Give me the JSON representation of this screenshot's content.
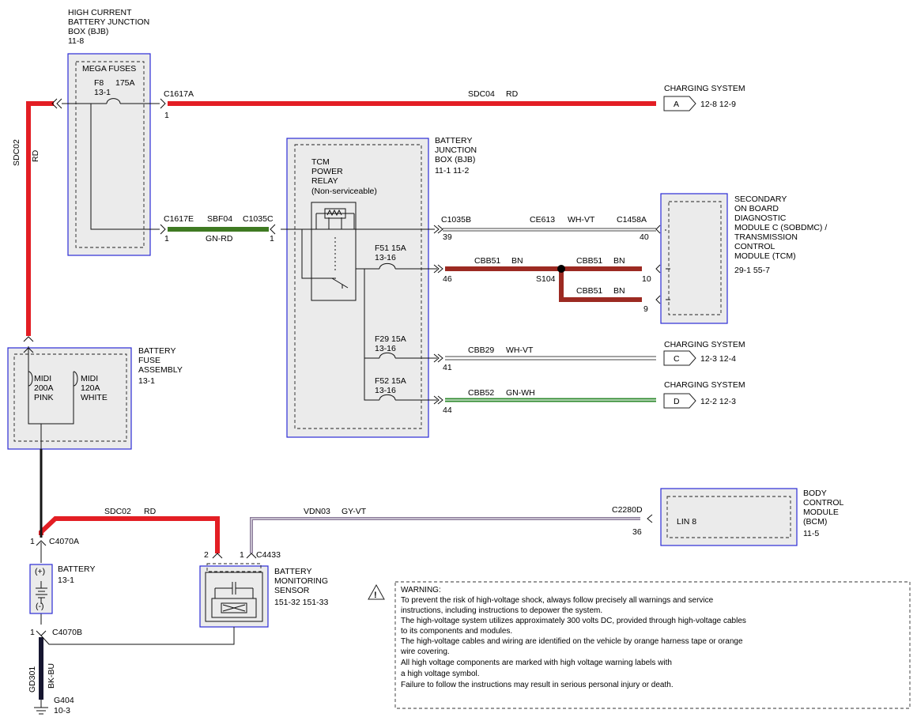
{
  "components": {
    "hcbjb": {
      "lines": [
        "HIGH CURRENT",
        "BATTERY JUNCTION",
        "BOX (BJB)",
        "11-8"
      ],
      "mega_label": "MEGA FUSES",
      "fuse_name": "F8",
      "fuse_rating": "175A",
      "fuse_ref": "13-1"
    },
    "bjb": {
      "lines": [
        "BATTERY",
        "JUNCTION",
        "BOX (BJB)",
        "11-1    11-2"
      ]
    },
    "relay": {
      "lines": [
        "TCM",
        "POWER",
        "RELAY",
        "(Non-serviceable)"
      ]
    },
    "sobdmc": {
      "lines": [
        "SECONDARY",
        "ON BOARD",
        "DIAGNOSTIC",
        "MODULE C (SOBDMC) /",
        "TRANSMISSION",
        "CONTROL",
        "MODULE (TCM)",
        "29-1    55-7"
      ]
    },
    "bfa": {
      "lines": [
        "BATTERY",
        "FUSE",
        "ASSEMBLY",
        "13-1"
      ]
    },
    "midi1": {
      "lines": [
        "MIDI",
        "200A",
        "PINK"
      ]
    },
    "midi2": {
      "lines": [
        "MIDI",
        "120A",
        "WHITE"
      ]
    },
    "battery": {
      "lines": [
        "BATTERY",
        "13-1"
      ],
      "plus": "(+)",
      "minus": "(-)"
    },
    "bms": {
      "lines": [
        "BATTERY",
        "MONITORING",
        "SENSOR",
        "151-32  151-33"
      ]
    },
    "bcm": {
      "lines": [
        "BODY",
        "CONTROL",
        "MODULE",
        "(BCM)",
        "11-5"
      ],
      "inner": "LIN 8"
    },
    "ground": {
      "lines": [
        "G404",
        "10-3"
      ]
    }
  },
  "fuses": {
    "f51": {
      "name": "F51  15A",
      "ref": "13-16"
    },
    "f29": {
      "name": "F29  15A",
      "ref": "13-16"
    },
    "f52": {
      "name": "F52  15A",
      "ref": "13-16"
    }
  },
  "wires": {
    "sdc04": {
      "code": "SDC04",
      "color": "RD",
      "hex": "#e31e24"
    },
    "sbf04": {
      "code": "SBF04",
      "color": "GN-RD",
      "hex": "#3f7a22"
    },
    "ce613": {
      "code": "CE613",
      "color": "WH-VT"
    },
    "cbb51a": {
      "code": "CBB51",
      "color": "BN",
      "hex": "#9c2a22"
    },
    "cbb51b": {
      "code": "CBB51",
      "color": "BN"
    },
    "cbb51c": {
      "code": "CBB51",
      "color": "BN"
    },
    "cbb29": {
      "code": "CBB29",
      "color": "WH-VT"
    },
    "cbb52": {
      "code": "CBB52",
      "color": "GN-WH",
      "hex": "#2e8a2e"
    },
    "sdc02_v": {
      "code": "SDC02",
      "color": "RD"
    },
    "sdc02_h": {
      "code": "SDC02",
      "color": "RD"
    },
    "vdn03": {
      "code": "VDN03",
      "color": "GY-VT",
      "hex": "#8a7a98"
    },
    "gd301": {
      "code": "GD301",
      "color": "BK-BU",
      "hex": "#161630"
    }
  },
  "connectors": {
    "c1617a": "C1617A",
    "c1617a_pin": "1",
    "c1617e": "C1617E",
    "c1617e_pin": "1",
    "c1035c": "C1035C",
    "c1035c_pin": "1",
    "c1035b": "C1035B",
    "c1458a": "C1458A",
    "pin39": "39",
    "pin40": "40",
    "pin46": "46",
    "pin10": "10",
    "pin9": "9",
    "pin41": "41",
    "pin44": "44",
    "s104": "S104",
    "c4070a": "C4070A",
    "c4070a_pin": "1",
    "c4070b": "C4070B",
    "c4070b_pin": "1",
    "c4433": "C4433",
    "c4433_pin1": "1",
    "c4433_pin2": "2",
    "c2280d": "C2280D",
    "pin36": "36"
  },
  "references": {
    "a": {
      "title": "CHARGING SYSTEM",
      "letter": "A",
      "pages": "12-8    12-9"
    },
    "c": {
      "title": "CHARGING SYSTEM",
      "letter": "C",
      "pages": "12-3    12-4"
    },
    "d": {
      "title": "CHARGING SYSTEM",
      "letter": "D",
      "pages": "12-2    12-3"
    }
  },
  "warning": {
    "symbol": "!",
    "lines": [
      "WARNING:",
      "To prevent the risk of high-voltage shock, always follow precisely all warnings and service",
      "instructions, including instructions to depower the system.",
      "The high-voltage system utilizes approximately 300 volts DC, provided through high-voltage cables",
      "to its components and modules.",
      "The high-voltage cables and wiring are identified on the vehicle by orange harness tape or orange",
      "wire covering.",
      "All high voltage components are marked with high voltage warning labels with",
      "a high voltage symbol.",
      "Failure to follow the instructions may result in serious personal injury or death."
    ]
  }
}
